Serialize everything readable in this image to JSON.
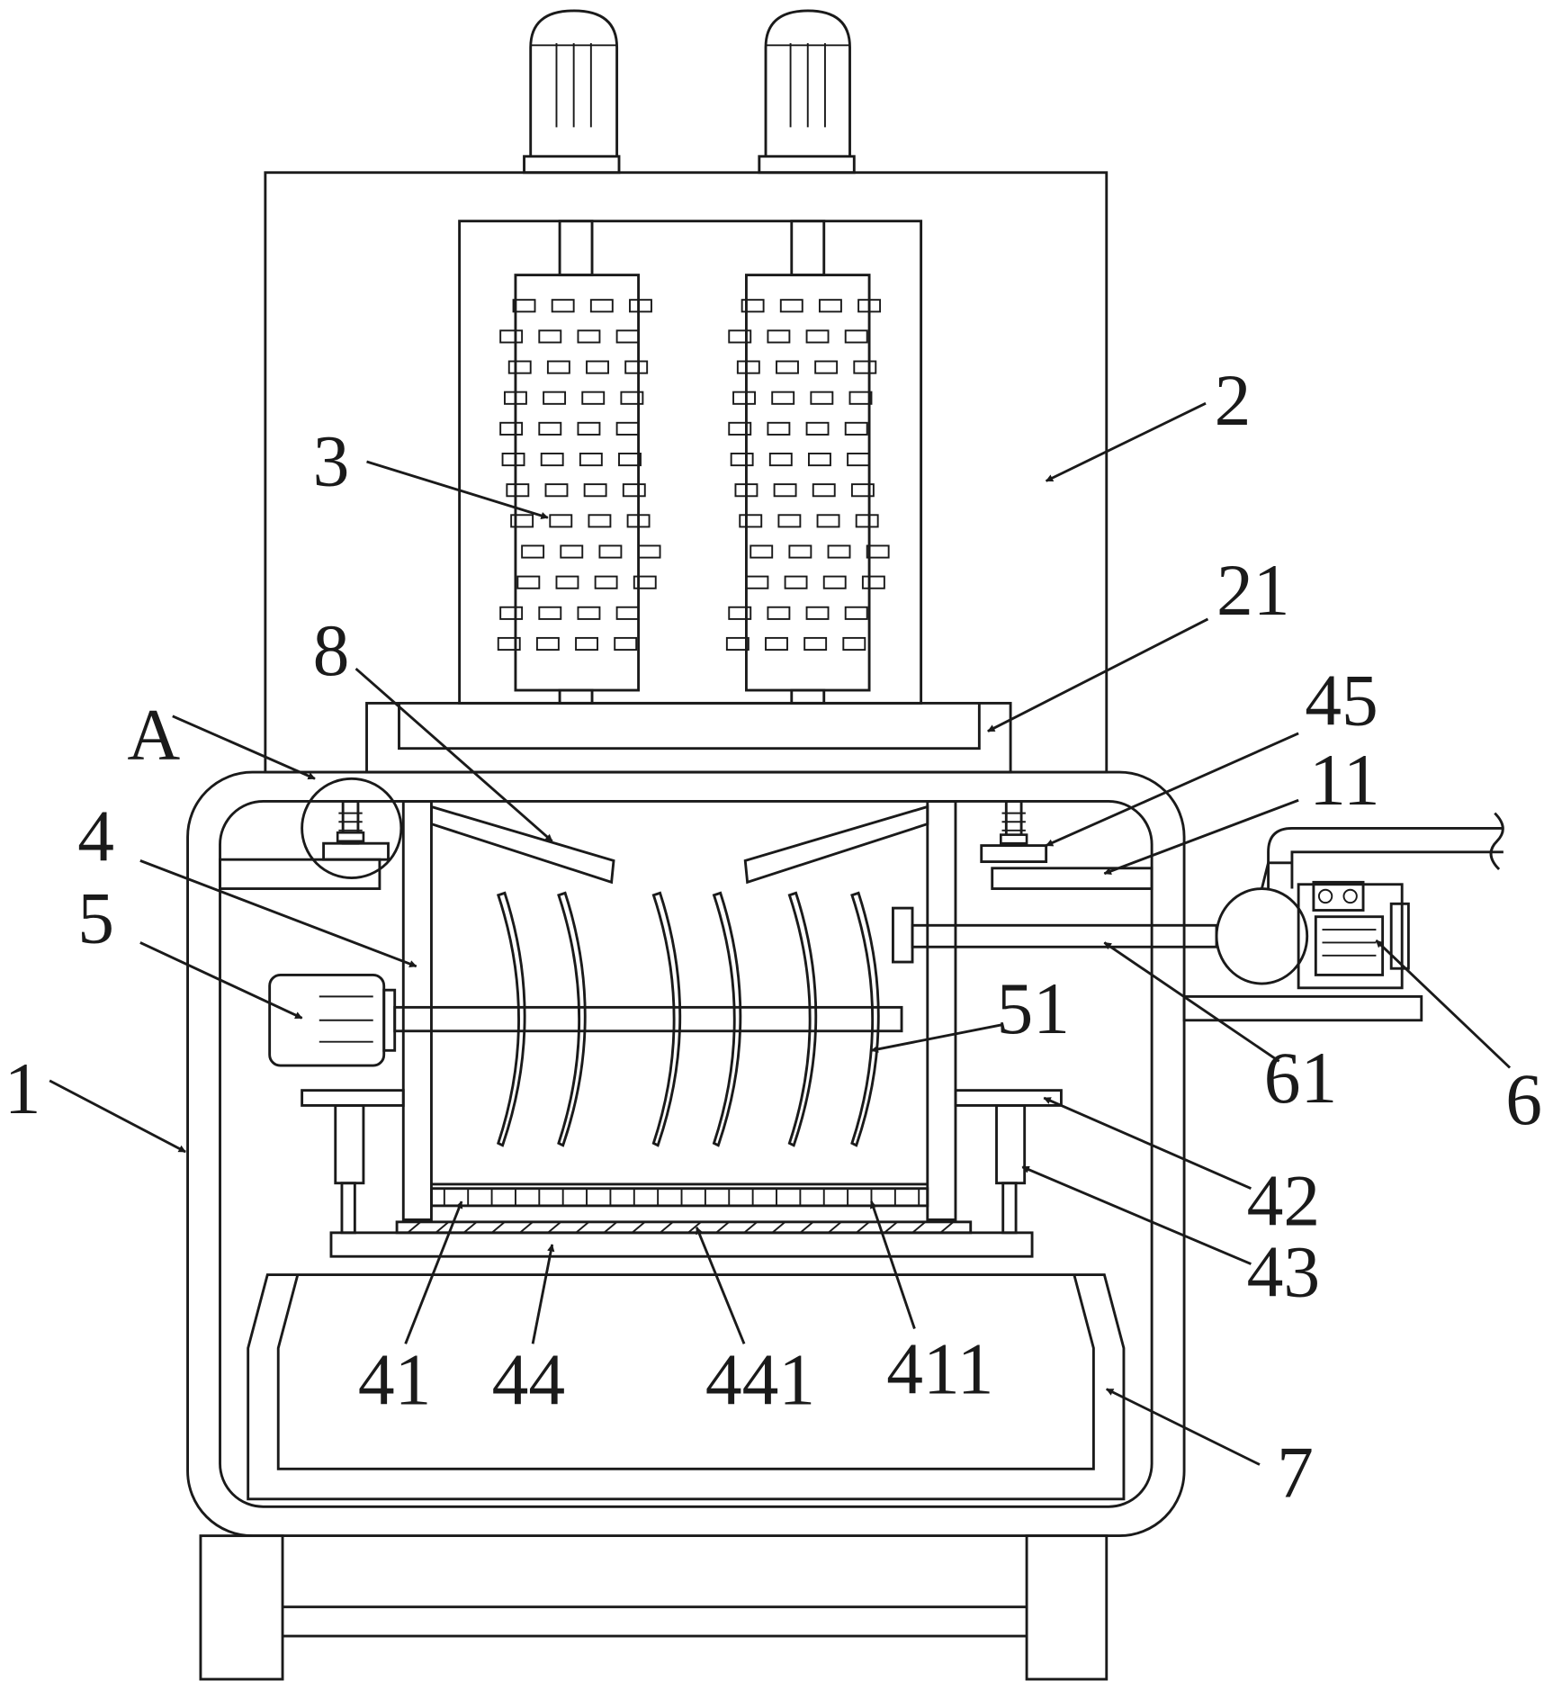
{
  "figure": {
    "labels": [
      {
        "id": "label-1",
        "text": "1"
      },
      {
        "id": "label-2",
        "text": "2"
      },
      {
        "id": "label-3",
        "text": "3"
      },
      {
        "id": "label-4",
        "text": "4"
      },
      {
        "id": "label-5",
        "text": "5"
      },
      {
        "id": "label-6",
        "text": "6"
      },
      {
        "id": "label-7",
        "text": "7"
      },
      {
        "id": "label-8",
        "text": "8"
      },
      {
        "id": "label-11",
        "text": "11"
      },
      {
        "id": "label-21",
        "text": "21"
      },
      {
        "id": "label-41",
        "text": "41"
      },
      {
        "id": "label-42",
        "text": "42"
      },
      {
        "id": "label-43",
        "text": "43"
      },
      {
        "id": "label-44",
        "text": "44"
      },
      {
        "id": "label-45",
        "text": "45"
      },
      {
        "id": "label-51",
        "text": "51"
      },
      {
        "id": "label-61",
        "text": "61"
      },
      {
        "id": "label-411",
        "text": "411"
      },
      {
        "id": "label-441",
        "text": "441"
      },
      {
        "id": "label-A",
        "text": "A"
      }
    ]
  }
}
